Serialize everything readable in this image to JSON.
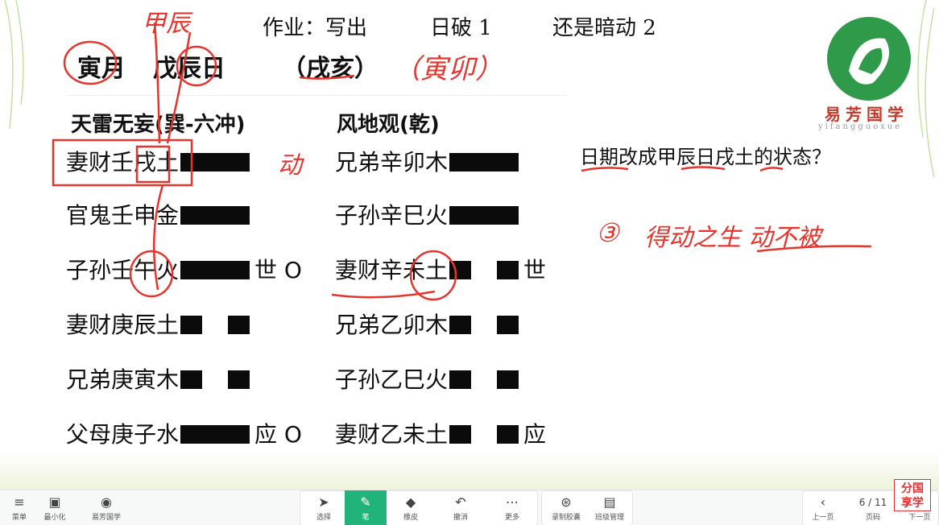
{
  "header": {
    "homework": "作业：写出",
    "option1": "日破 1",
    "option2": "还是暗动 2",
    "date_line": {
      "month": "寅月",
      "day": "戊辰日",
      "kong": "（戌亥）"
    }
  },
  "logo": {
    "name": "易芳国学",
    "pinyin": "yifangguoxue"
  },
  "hexagrams": {
    "left": {
      "title": "天雷无妄(巽-六冲)",
      "lines": [
        {
          "text": "妻财壬戌土",
          "bar": "yang",
          "mark": ""
        },
        {
          "text": "官鬼壬申金",
          "bar": "yang",
          "mark": ""
        },
        {
          "text": "子孙壬午火",
          "bar": "yang",
          "mark": "世 O"
        },
        {
          "text": "妻财庚辰土",
          "bar": "yin",
          "mark": ""
        },
        {
          "text": "兄弟庚寅木",
          "bar": "yin",
          "mark": ""
        },
        {
          "text": "父母庚子水",
          "bar": "yang",
          "mark": "应 O"
        }
      ]
    },
    "right": {
      "title": "风地观(乾)",
      "lines": [
        {
          "text": "兄弟辛卯木",
          "bar": "yang",
          "mark": ""
        },
        {
          "text": "子孙辛巳火",
          "bar": "yang",
          "mark": ""
        },
        {
          "text": "妻财辛未土",
          "bar": "yin",
          "mark": "世"
        },
        {
          "text": "兄弟乙卯木",
          "bar": "yin",
          "mark": ""
        },
        {
          "text": "子孙乙巳火",
          "bar": "yin",
          "mark": ""
        },
        {
          "text": "妻财乙未土",
          "bar": "yin",
          "mark": "应"
        }
      ]
    }
  },
  "question": "日期改成甲辰日戌土的状态？",
  "handwriting": {
    "jiachen": "甲辰",
    "yinmao": "（寅卯）",
    "dong": "动",
    "answer_num": "③",
    "answer": "得动之生 动不被"
  },
  "toolbar": {
    "left": [
      {
        "label": "菜单",
        "icon": "menu-icon"
      },
      {
        "label": "最小化",
        "icon": "minimize-icon"
      },
      {
        "label": "易芳国学",
        "icon": "app-logo-icon"
      }
    ],
    "tools": [
      {
        "label": "选择",
        "icon": "cursor-icon"
      },
      {
        "label": "笔",
        "icon": "pen-icon"
      },
      {
        "label": "橡皮",
        "icon": "eraser-icon"
      },
      {
        "label": "撤消",
        "icon": "undo-icon"
      },
      {
        "label": "更多",
        "icon": "more-icon"
      }
    ],
    "extra": [
      {
        "label": "录制胶囊",
        "icon": "record-icon"
      },
      {
        "label": "班级管理",
        "icon": "class-icon"
      }
    ],
    "pager": {
      "prev": "上一页",
      "page": "6 / 11",
      "page_label": "页码",
      "next": "下一页"
    },
    "stamp": "分国享学"
  },
  "colors": {
    "accent": "#21b37a",
    "ink": "#e4362e",
    "logo_green": "#2f9a4a"
  }
}
